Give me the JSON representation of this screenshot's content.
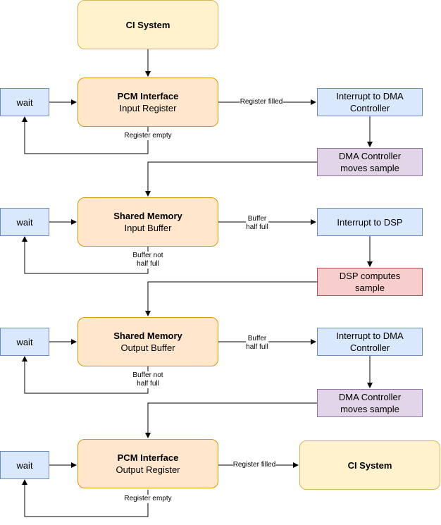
{
  "nodes": {
    "ci_top": {
      "line1": "CI System"
    },
    "pcm_in": {
      "line1": "PCM Interface",
      "line2": "Input Register"
    },
    "wait1": {
      "line1": "wait"
    },
    "irq_dma1": {
      "line1": "Interrupt to DMA",
      "line2": "Controller"
    },
    "dma1": {
      "line1": "DMA Controller",
      "line2": "moves sample"
    },
    "sm_in": {
      "line1": "Shared Memory",
      "line2": "Input Buffer"
    },
    "wait2": {
      "line1": "wait"
    },
    "irq_dsp": {
      "line1": "Interrupt to DSP"
    },
    "dsp": {
      "line1": "DSP computes",
      "line2": "sample"
    },
    "sm_out": {
      "line1": "Shared Memory",
      "line2": "Output Buffer"
    },
    "wait3": {
      "line1": "wait"
    },
    "irq_dma2": {
      "line1": "Interrupt to DMA",
      "line2": "Controller"
    },
    "dma2": {
      "line1": "DMA Controller",
      "line2": "moves sample"
    },
    "pcm_out": {
      "line1": "PCM Interface",
      "line2": "Output Register"
    },
    "wait4": {
      "line1": "wait"
    },
    "ci_bottom": {
      "line1": "CI System"
    }
  },
  "edge_labels": {
    "reg_filled_1": "Register filled",
    "reg_empty_1": "Register empty",
    "buf_half_full_1": {
      "line1": "Buffer",
      "line2": "half full"
    },
    "buf_not_half_full_1": {
      "line1": "Buffer not",
      "line2": "half full"
    },
    "buf_half_full_2": {
      "line1": "Buffer",
      "line2": "half full"
    },
    "buf_not_half_full_2": {
      "line1": "Buffer not",
      "line2": "half full"
    },
    "reg_filled_2": "Register filled",
    "reg_empty_2": "Register empty"
  }
}
